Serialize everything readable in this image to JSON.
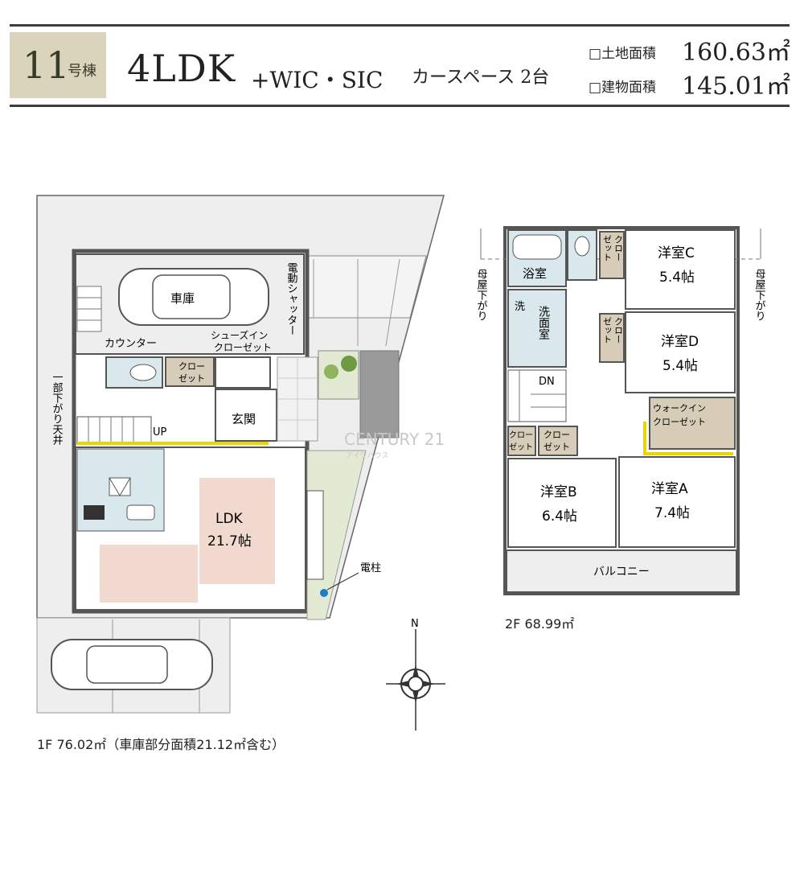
{
  "header": {
    "building_no": "11",
    "building_suffix": "号棟",
    "layout_main": "4LDK",
    "layout_sub": "+WIC・SIC",
    "car_space": "カースペース 2台",
    "land_area_label": "□土地面積",
    "land_area_value": "160.63㎡",
    "building_area_label": "□建物面積",
    "building_area_value": "145.01㎡"
  },
  "floor1": {
    "garage": "車庫",
    "shutter": "電動シャッター",
    "counter": "カウンター",
    "shoes_closet_1": "シューズイン",
    "shoes_closet_2": "クローゼット",
    "closet_1": "クロー",
    "closet_2": "ゼット",
    "entrance": "玄関",
    "up": "UP",
    "ldk": "LDK",
    "ldk_size": "21.7帖",
    "partial_ceiling": "一部下がり天井",
    "utility_pole": "電柱",
    "caption": "1F 76.02㎡（車庫部分面積21.12㎡含む）"
  },
  "floor2": {
    "bath": "浴室",
    "wash_1": "洗",
    "washroom": "洗面室",
    "room_c": "洋室C",
    "room_c_size": "5.4帖",
    "room_d": "洋室D",
    "room_d_size": "5.4帖",
    "closet_v_1": "クロー",
    "closet_v_2": "ゼット",
    "dn": "DN",
    "wic_1": "ウォークイン",
    "wic_2": "クローゼット",
    "closet_small": "クロー",
    "closet_small_2": "ゼット",
    "room_b": "洋室B",
    "room_b_size": "6.4帖",
    "room_a": "洋室A",
    "room_a_size": "7.4帖",
    "balcony": "バルコニー",
    "eaves_left": "母屋下がり",
    "eaves_right": "母屋下がり",
    "caption": "2F 68.99㎡"
  },
  "compass": {
    "north": "N"
  },
  "watermark": {
    "brand": "CENTURY 21",
    "sub": "アイワハウス"
  },
  "colors": {
    "badge": "#d9d4bb",
    "ldk_floor": "#f1d9cf",
    "kitchen": "#d8e8ec",
    "closet": "#d6ccb8",
    "garden": "#e2ead4",
    "yellow": "#e8d800",
    "site": "#eeeeee",
    "wall": "#555555"
  }
}
